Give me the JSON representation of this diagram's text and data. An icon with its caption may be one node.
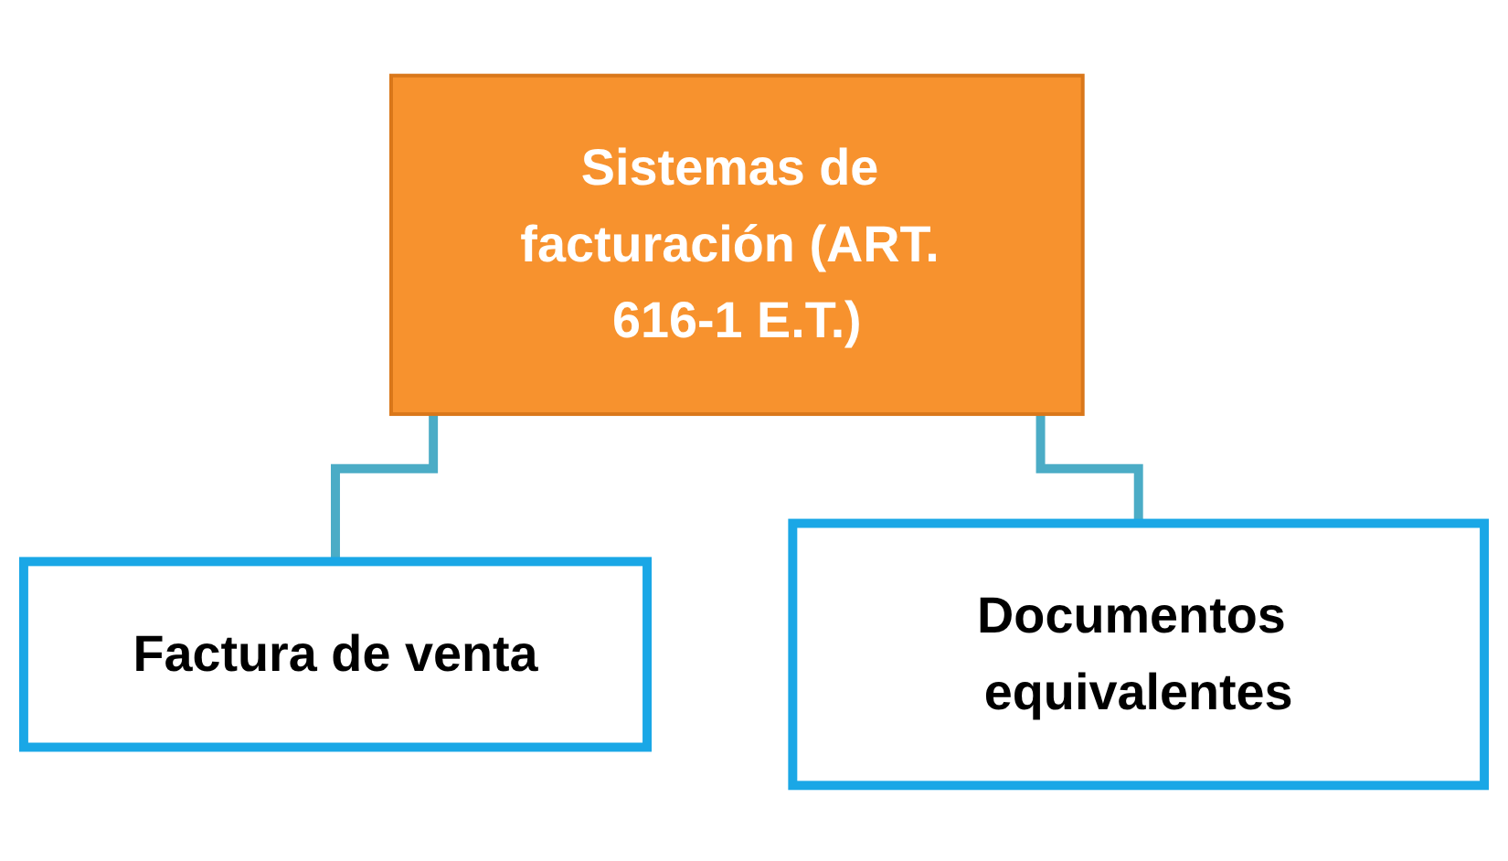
{
  "diagram": {
    "nodes": [
      {
        "text": [
          "Sistemas de facturación (ART. 616-1 E.T.)"
        ]
      },
      {
        "text": [
          "Factura de venta"
        ]
      },
      {
        "text": [
          "Documentos equivalentes"
        ]
      }
    ],
    "edges": [
      {
        "from": 0,
        "to": 1,
        "arrow": "none"
      },
      {
        "from": 0,
        "to": 2,
        "arrow": "none"
      }
    ]
  }
}
